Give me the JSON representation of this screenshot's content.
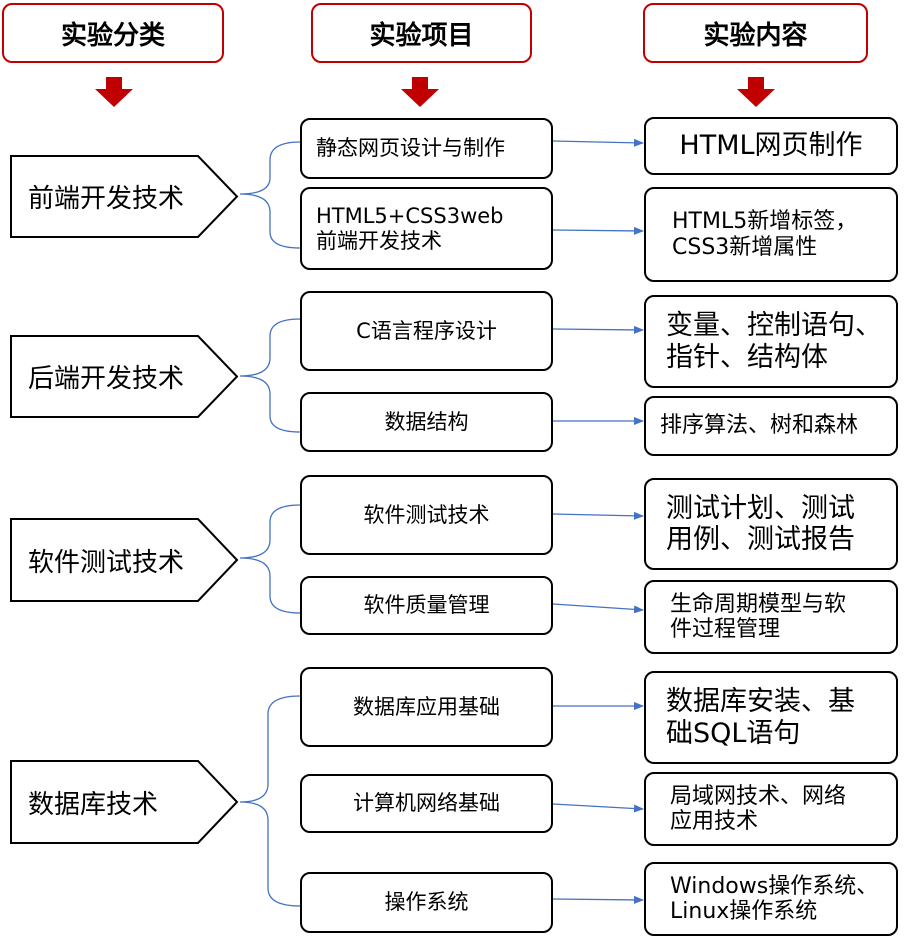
{
  "headers": {
    "category": "实验分类",
    "project": "实验项目",
    "content": "实验内容"
  },
  "colors": {
    "header_border": "#c00000",
    "arrow_red": "#c00000",
    "connector_blue": "#4472c4",
    "box_border": "#000000"
  },
  "categories": [
    {
      "label": "前端开发技术"
    },
    {
      "label": "后端开发技术"
    },
    {
      "label": "软件测试技术"
    },
    {
      "label": "数据库技术"
    }
  ],
  "projects": [
    {
      "line1": "静态网页设计与制作",
      "line2": ""
    },
    {
      "line1": "HTML5+CSS3web",
      "line2": "前端开发技术"
    },
    {
      "line1": "C语言程序设计",
      "line2": ""
    },
    {
      "line1": "数据结构",
      "line2": ""
    },
    {
      "line1": "软件测试技术",
      "line2": ""
    },
    {
      "line1": "软件质量管理",
      "line2": ""
    },
    {
      "line1": "数据库应用基础",
      "line2": ""
    },
    {
      "line1": "计算机网络基础",
      "line2": ""
    },
    {
      "line1": "操作系统",
      "line2": ""
    }
  ],
  "contents": [
    {
      "line1": "HTML网页制作",
      "line2": ""
    },
    {
      "line1": "HTML5新增标签，",
      "line2": "CSS3新增属性"
    },
    {
      "line1": "变量、控制语句、",
      "line2": "指针、结构体"
    },
    {
      "line1": "排序算法、树和森林",
      "line2": ""
    },
    {
      "line1": "测试计划、测试",
      "line2": "用例、测试报告"
    },
    {
      "line1": "生命周期模型与软",
      "line2": "件过程管理"
    },
    {
      "line1": "数据库安装、基",
      "line2": "础SQL语句"
    },
    {
      "line1": "局域网技术、网络",
      "line2": "应用技术"
    },
    {
      "line1": "Windows操作系统、",
      "line2": "Linux操作系统"
    }
  ]
}
